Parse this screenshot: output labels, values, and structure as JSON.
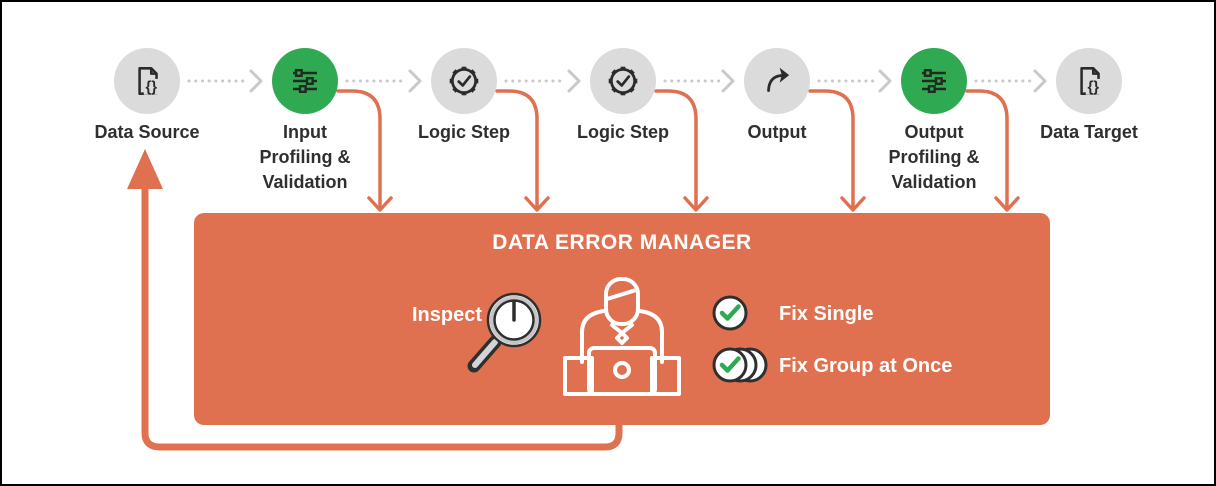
{
  "pipeline": {
    "nodes": [
      {
        "label": "Data Source",
        "icon": "json-file-icon",
        "variant": "gray"
      },
      {
        "label": "Input Profiling & Validation",
        "icon": "sliders-icon",
        "variant": "green"
      },
      {
        "label": "Logic Step",
        "icon": "gear-check-icon",
        "variant": "gray"
      },
      {
        "label": "Logic Step",
        "icon": "gear-check-icon",
        "variant": "gray"
      },
      {
        "label": "Output",
        "icon": "share-arrow-icon",
        "variant": "gray"
      },
      {
        "label": "Output Profiling & Validation",
        "icon": "sliders-icon",
        "variant": "green"
      },
      {
        "label": "Data Target",
        "icon": "json-file-icon",
        "variant": "gray"
      }
    ]
  },
  "error_manager": {
    "title": "DATA ERROR MANAGER",
    "inspect_label": "Inspect",
    "actions": [
      {
        "label": "Fix Single",
        "icon": "check-circle-icon"
      },
      {
        "label": "Fix Group at Once",
        "icon": "check-circle-stack-icon"
      }
    ]
  },
  "glyphs": {
    "braces": "{}"
  },
  "colors": {
    "accent_orange": "#DF7150",
    "accent_green": "#30A953",
    "node_gray": "#DBDBDB",
    "icon_dark": "#2B2B2B",
    "connector_gray": "#C9C9C9",
    "text_dark": "#2F2F2F",
    "white": "#FFFFFF"
  }
}
